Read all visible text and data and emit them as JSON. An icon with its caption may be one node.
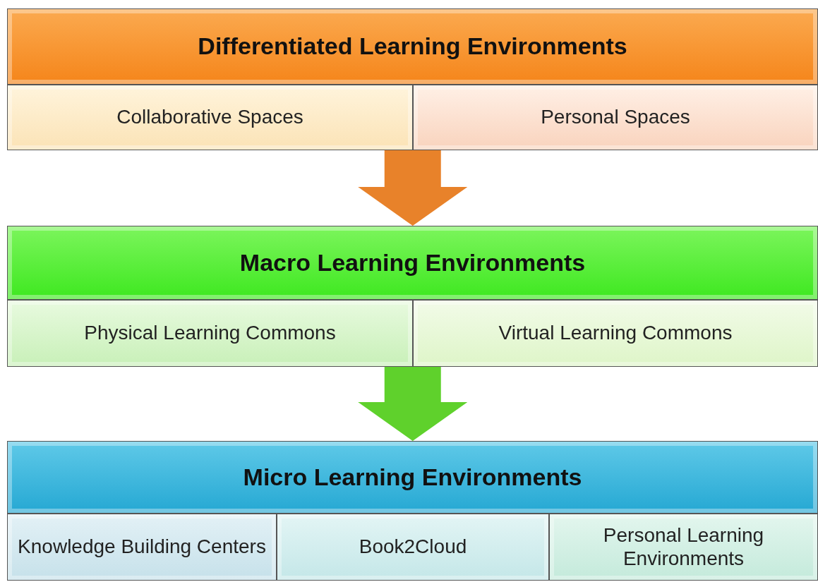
{
  "diagram": {
    "nodes": [
      {
        "text": [
          "Differentiated Learning Environments"
        ]
      },
      {
        "text": [
          "Collaborative Spaces"
        ]
      },
      {
        "text": [
          "Personal Spaces"
        ]
      },
      {
        "text": [
          "Macro Learning Environments"
        ]
      },
      {
        "text": [
          "Physical Learning Commons"
        ]
      },
      {
        "text": [
          "Virtual Learning Commons"
        ]
      },
      {
        "text": [
          "Micro Learning Environments"
        ]
      },
      {
        "text": [
          "Knowledge Building Centers"
        ]
      },
      {
        "text": [
          "Book2Cloud"
        ]
      },
      {
        "text": [
          "Personal Learning Environments"
        ]
      }
    ],
    "edges": [
      {
        "from": 1,
        "to": 3,
        "arrow": "to",
        "color": "#e8822a"
      },
      {
        "from": 2,
        "to": 3,
        "arrow": "to",
        "color": "#e8822a"
      },
      {
        "from": 4,
        "to": 6,
        "arrow": "to",
        "color": "#5fd12c"
      },
      {
        "from": 5,
        "to": 6,
        "arrow": "to",
        "color": "#5fd12c"
      }
    ]
  }
}
